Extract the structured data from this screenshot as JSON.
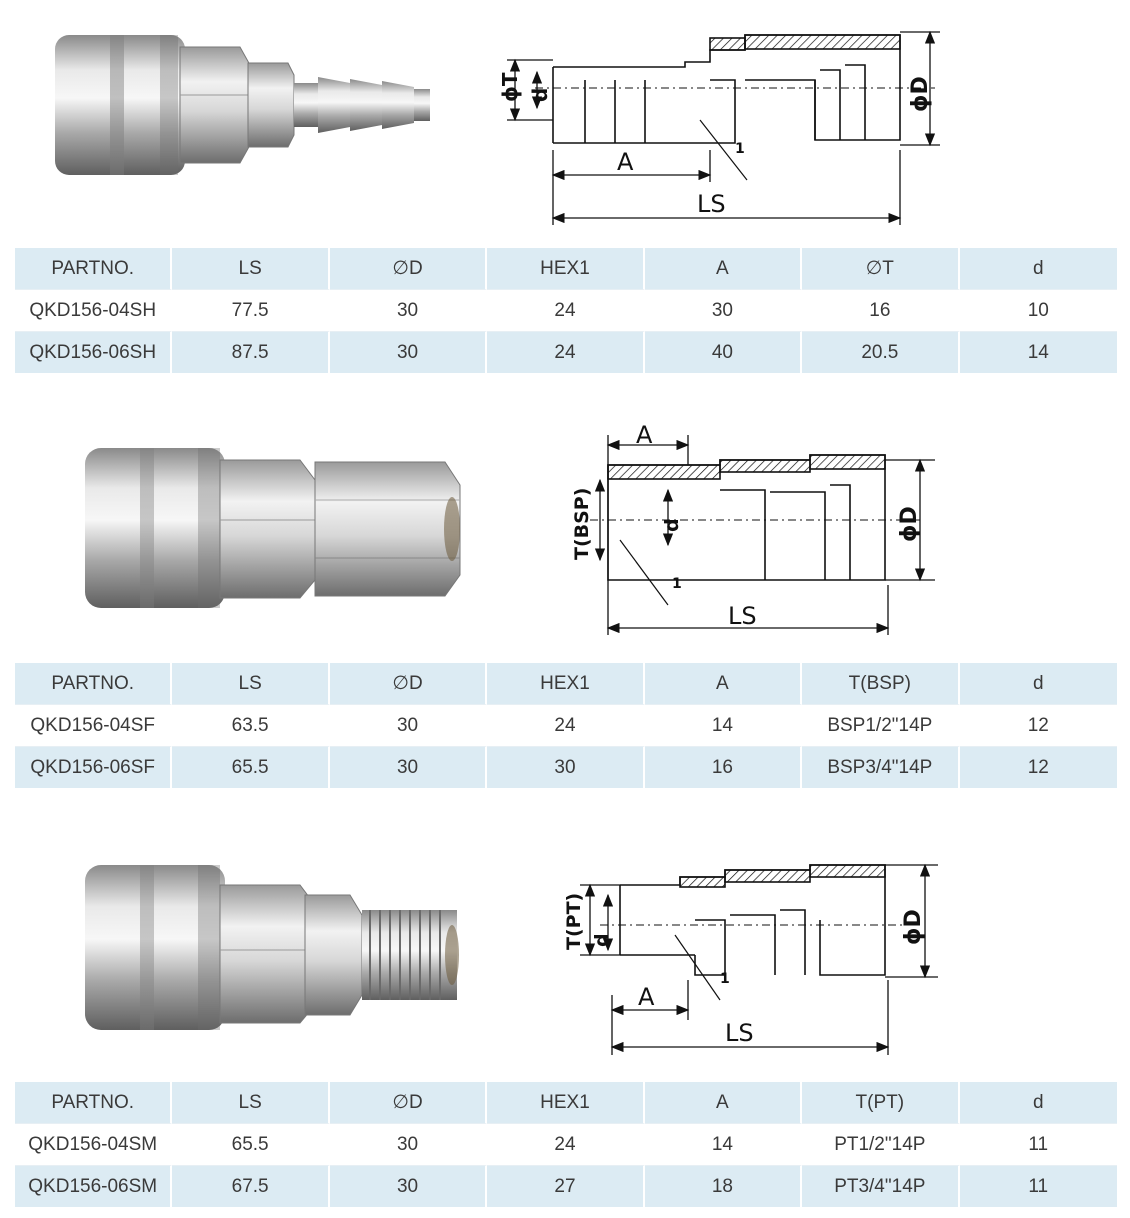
{
  "sections": [
    {
      "id": "sh",
      "drawing_labels": {
        "t": "ϕT",
        "d": "d",
        "a": "A",
        "ls": "LS",
        "dd": "ϕD",
        "one": "1"
      },
      "table": {
        "headers": [
          "PARTNO.",
          "LS",
          "∅D",
          "HEX1",
          "A",
          "∅T",
          "d"
        ],
        "rows": [
          [
            "QKD156-04SH",
            "77.5",
            "30",
            "24",
            "30",
            "16",
            "10"
          ],
          [
            "QKD156-06SH",
            "87.5",
            "30",
            "24",
            "40",
            "20.5",
            "14"
          ]
        ]
      }
    },
    {
      "id": "sf",
      "drawing_labels": {
        "t": "T(BSP)",
        "d": "d",
        "a": "A",
        "ls": "LS",
        "dd": "ϕD",
        "one": "1"
      },
      "table": {
        "headers": [
          "PARTNO.",
          "LS",
          "∅D",
          "HEX1",
          "A",
          "T(BSP)",
          "d"
        ],
        "rows": [
          [
            "QKD156-04SF",
            "63.5",
            "30",
            "24",
            "14",
            "BSP1/2\"14P",
            "12"
          ],
          [
            "QKD156-06SF",
            "65.5",
            "30",
            "30",
            "16",
            "BSP3/4\"14P",
            "12"
          ]
        ]
      }
    },
    {
      "id": "sm",
      "drawing_labels": {
        "t": "T(PT)",
        "d": "d",
        "a": "A",
        "ls": "LS",
        "dd": "ϕD",
        "one": "1"
      },
      "table": {
        "headers": [
          "PARTNO.",
          "LS",
          "∅D",
          "HEX1",
          "A",
          "T(PT)",
          "d"
        ],
        "rows": [
          [
            "QKD156-04SM",
            "65.5",
            "30",
            "24",
            "14",
            "PT1/2\"14P",
            "11"
          ],
          [
            "QKD156-06SM",
            "67.5",
            "30",
            "27",
            "18",
            "PT3/4\"14P",
            "11"
          ]
        ]
      }
    }
  ],
  "colors": {
    "header_row": "#dcebf3",
    "metal_light": "#e6e6e6",
    "metal_dark": "#7a7a7a",
    "line": "#111111"
  }
}
